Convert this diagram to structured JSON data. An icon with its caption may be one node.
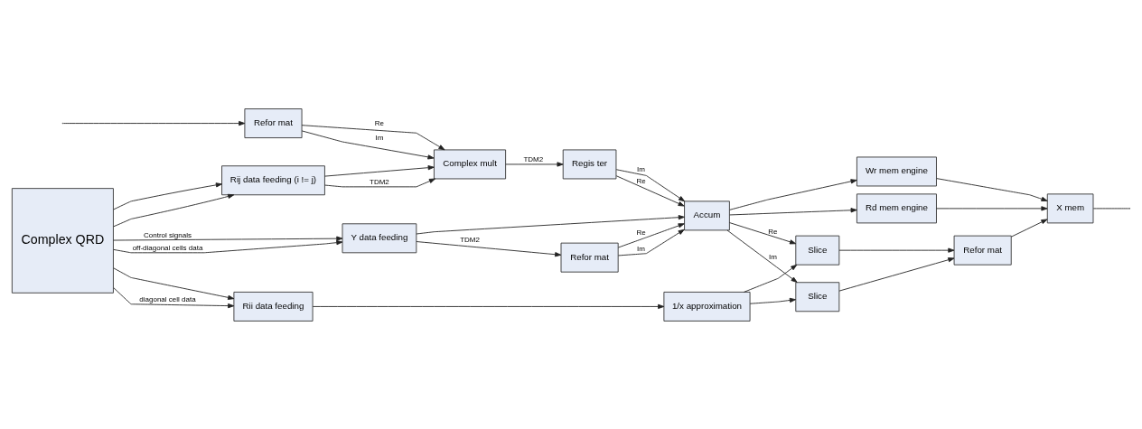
{
  "diagram": {
    "nodes": [
      {
        "text": [
          "Complex QRD"
        ]
      },
      {
        "text": [
          "Y data feeding"
        ]
      },
      {
        "text": [
          "Refor mat"
        ]
      },
      {
        "text": [
          "Refor mat"
        ]
      },
      {
        "text": [
          "Rij data feeding (i != j)"
        ]
      },
      {
        "text": [
          "Complex mult"
        ]
      },
      {
        "text": [
          "Regis ter"
        ]
      },
      {
        "text": [
          "Accum"
        ]
      },
      {
        "text": [
          "Slice"
        ]
      },
      {
        "text": [
          "Slice"
        ]
      },
      {
        "text": [
          "Refor mat"
        ]
      },
      {
        "text": [
          "Rii data feeding"
        ]
      },
      {
        "text": [
          "1/x approximation"
        ]
      },
      {
        "text": [
          "Wr mem engine"
        ]
      },
      {
        "text": [
          "Rd mem engine"
        ]
      },
      {
        "text": [
          "X mem"
        ]
      }
    ],
    "edges": [
      {
        "from": 0,
        "to": 1,
        "arrow": "to",
        "label": "Control signals"
      },
      {
        "from": 0,
        "to": 4,
        "arrow": "to"
      },
      {
        "from": 0,
        "to": 11,
        "arrow": "to"
      },
      {
        "from": 0,
        "to": 1,
        "arrow": "to",
        "label": "off-diagonal cells data"
      },
      {
        "from": 0,
        "to": 4,
        "arrow": "to"
      },
      {
        "from": 0,
        "to": 11,
        "arrow": "to",
        "label": "diagonal cell data"
      },
      {
        "from": null,
        "to": 3,
        "arrow": "to"
      },
      {
        "from": 1,
        "to": 2,
        "arrow": "to",
        "label": "TDM2"
      },
      {
        "from": 1,
        "to": 7,
        "arrow": "to"
      },
      {
        "from": 2,
        "to": 7,
        "arrow": "to",
        "label": "Re"
      },
      {
        "from": 2,
        "to": 7,
        "arrow": "to",
        "label": "Im"
      },
      {
        "from": 3,
        "to": 5,
        "arrow": "to",
        "label": "Re"
      },
      {
        "from": 3,
        "to": 5,
        "arrow": "to",
        "label": "Im"
      },
      {
        "from": 4,
        "to": 5,
        "arrow": "to"
      },
      {
        "from": 4,
        "to": 5,
        "arrow": "to",
        "label": "TDM2"
      },
      {
        "from": 5,
        "to": 6,
        "arrow": "to",
        "label": "TDM2"
      },
      {
        "from": 6,
        "to": 7,
        "arrow": "to",
        "label": "Re"
      },
      {
        "from": 6,
        "to": 7,
        "arrow": "to",
        "label": "Im"
      },
      {
        "from": 7,
        "to": 8,
        "arrow": "to",
        "label": "Re"
      },
      {
        "from": 7,
        "to": 9,
        "arrow": "to",
        "label": "Im"
      },
      {
        "from": 7,
        "to": 13,
        "arrow": "to"
      },
      {
        "from": 7,
        "to": 14,
        "arrow": "to"
      },
      {
        "from": 11,
        "to": 12,
        "arrow": "to"
      },
      {
        "from": 12,
        "to": 8,
        "arrow": "to"
      },
      {
        "from": 12,
        "to": 9,
        "arrow": "to"
      },
      {
        "from": 8,
        "to": 10,
        "arrow": "to"
      },
      {
        "from": 9,
        "to": 10,
        "arrow": "to"
      },
      {
        "from": 10,
        "to": 15,
        "arrow": "to"
      },
      {
        "from": 13,
        "to": 15,
        "arrow": "to"
      },
      {
        "from": 14,
        "to": 15,
        "arrow": "to"
      },
      {
        "from": 15,
        "to": null,
        "arrow": "none"
      }
    ]
  }
}
